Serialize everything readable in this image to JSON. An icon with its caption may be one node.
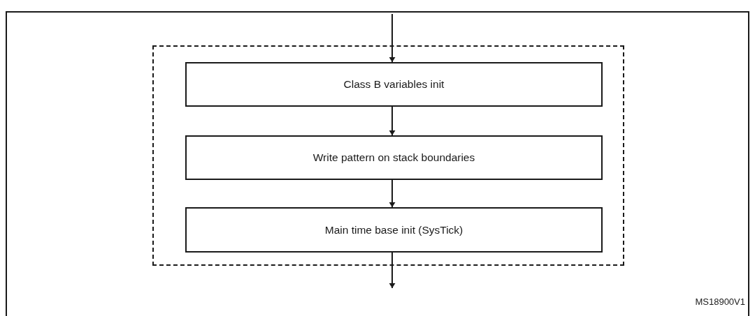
{
  "diagram": {
    "nodes": [
      {
        "text": [],
        "shape": "box"
      },
      {
        "text": [
          "Class B variables init"
        ],
        "in": 0
      },
      {
        "text": [
          "Write pattern on stack boundaries"
        ],
        "in": 0
      },
      {
        "text": [
          "Main time base init (SysTick)"
        ],
        "in": 0
      }
    ],
    "edges": [
      {
        "from": null,
        "to": 1,
        "arrow": "to"
      },
      {
        "from": 1,
        "to": 2,
        "arrow": "to"
      },
      {
        "from": 2,
        "to": 3,
        "arrow": "to"
      },
      {
        "from": 3,
        "to": null,
        "arrow": "to"
      }
    ],
    "labels": [
      "MS18900V1"
    ]
  }
}
